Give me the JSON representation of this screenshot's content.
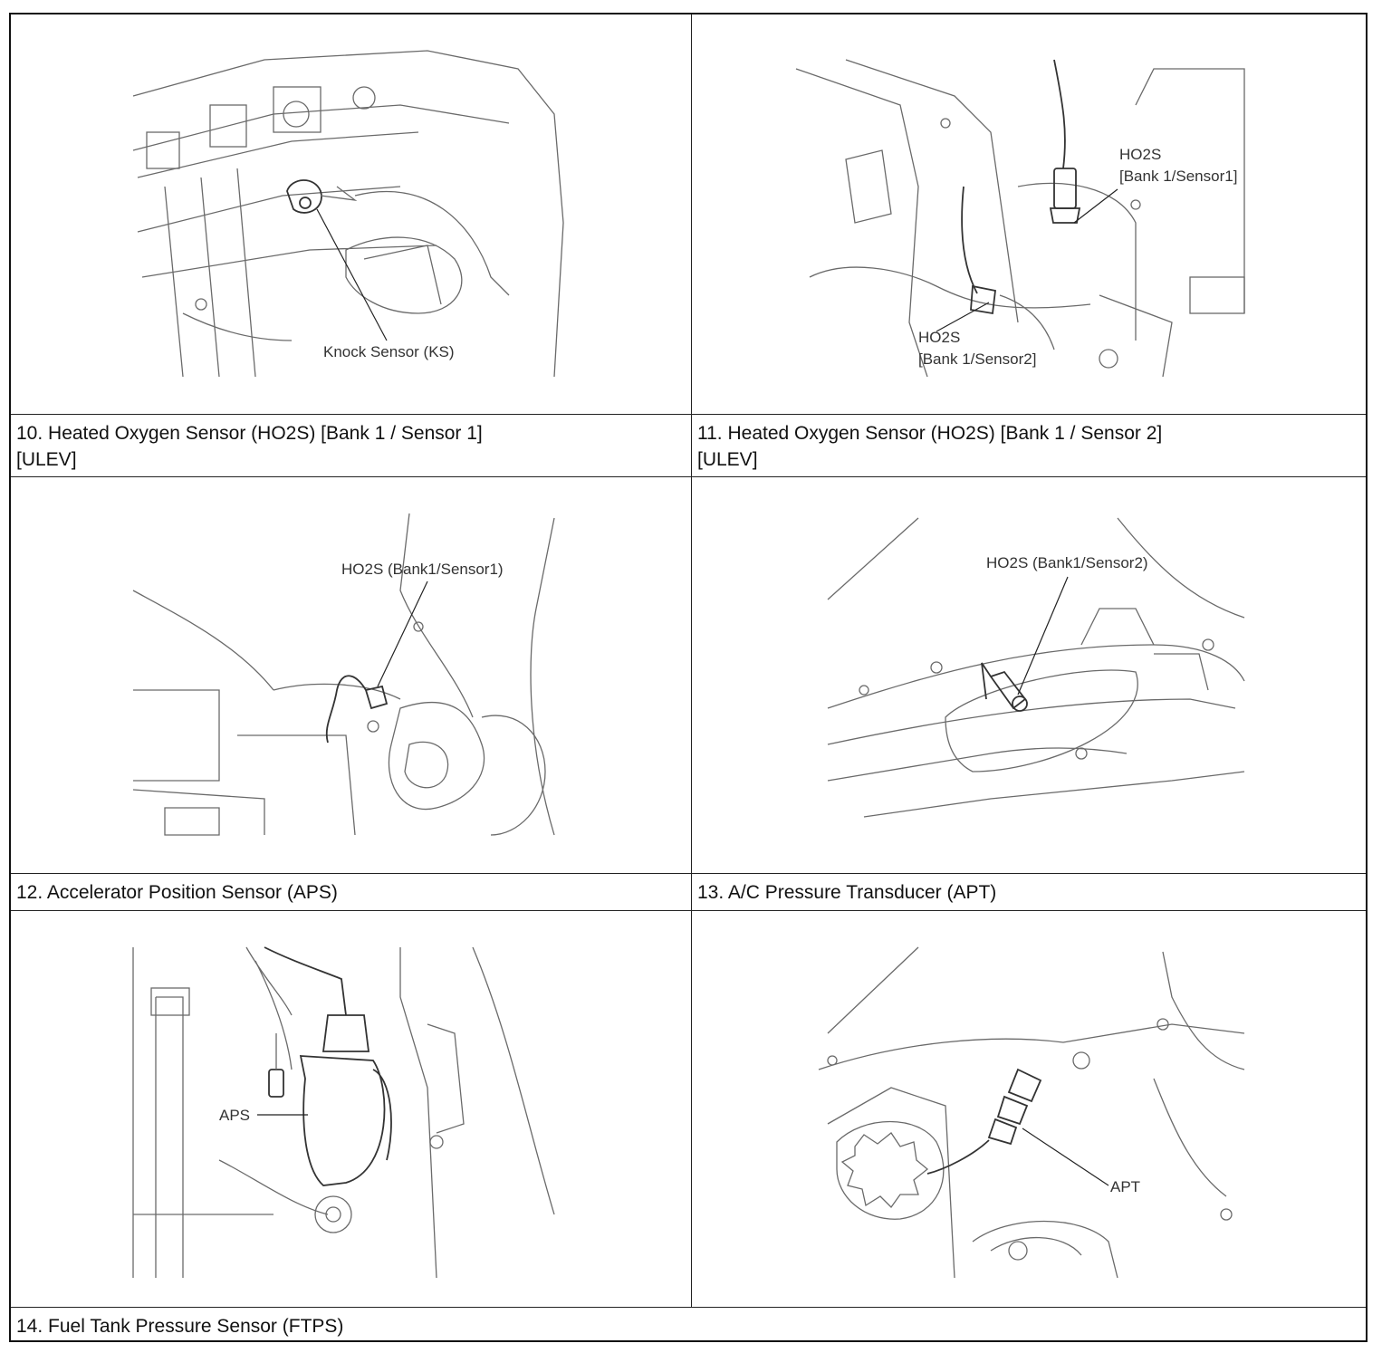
{
  "figures": {
    "knock_sensor": {
      "labels": [
        "Knock Sensor (KS)"
      ]
    },
    "ho2s_pair": {
      "labels": [
        "HO2S",
        "[Bank 1/Sensor1]",
        "HO2S",
        "[Bank 1/Sensor2]"
      ]
    },
    "ho2s_b1s1": {
      "labels": [
        "HO2S (Bank1/Sensor1)"
      ]
    },
    "ho2s_b1s2": {
      "labels": [
        "HO2S (Bank1/Sensor2)"
      ]
    },
    "aps": {
      "labels": [
        "APS"
      ]
    },
    "apt": {
      "labels": [
        "APT"
      ]
    }
  },
  "captions": {
    "item10": "10. Heated Oxygen Sensor (HO2S) [Bank 1 / Sensor 1]\n[ULEV]",
    "item11": "11. Heated Oxygen Sensor (HO2S) [Bank 1 / Sensor 2]\n[ULEV]",
    "item12": "12. Accelerator Position Sensor (APS)",
    "item13": "13. A/C Pressure Transducer (APT)",
    "item14": "14. Fuel Tank Pressure Sensor (FTPS)"
  }
}
